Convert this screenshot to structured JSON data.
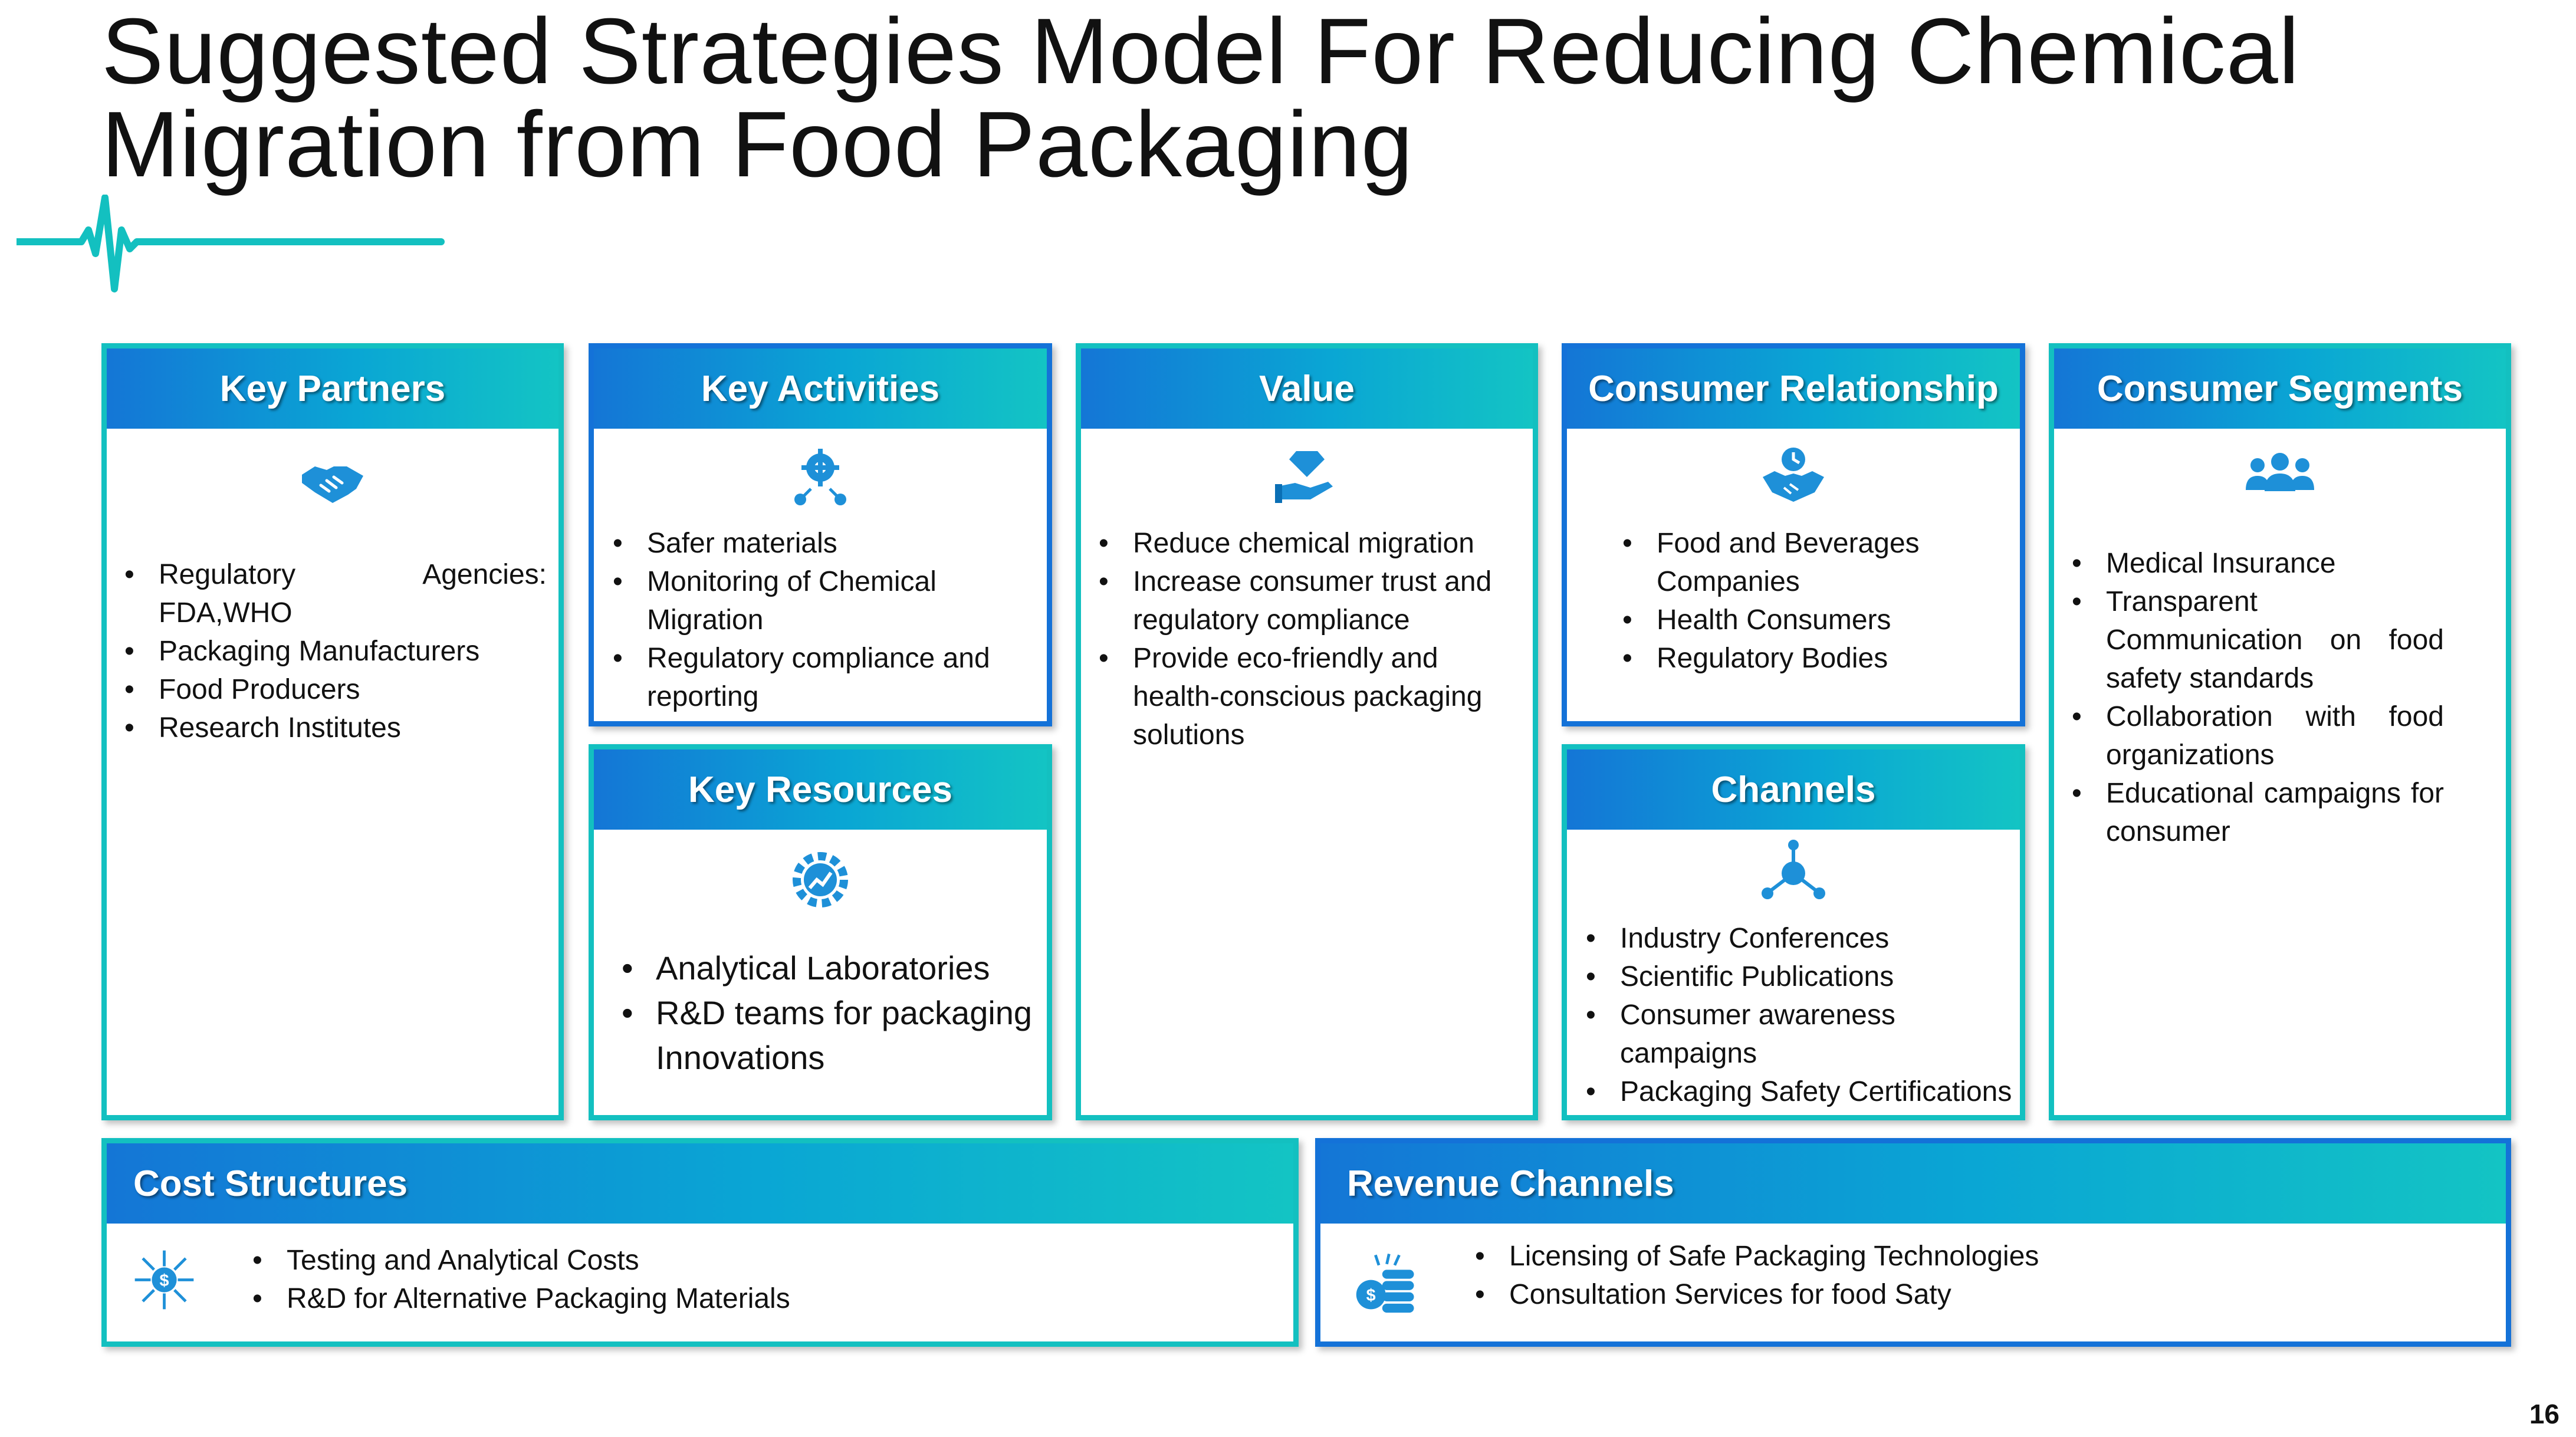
{
  "title": {
    "line1": "Suggested Strategies Model For Reducing Chemical",
    "line2": "Migration from Food Packaging"
  },
  "colors": {
    "teal": "#13c0c0",
    "blue": "#1472d8",
    "header_gradient": [
      "#1476d6",
      "#13c4c4"
    ]
  },
  "key_partners": {
    "header": "Key Partners",
    "icon": "handshake-icon",
    "items": [
      "Regulatory Agencies: FDA,WHO",
      "Packaging Manufacturers",
      "Food Producers",
      "Research Institutes"
    ]
  },
  "key_activities": {
    "header": "Key Activities",
    "icon": "network-gear-icon",
    "items": [
      "Safer materials",
      "Monitoring of Chemical Migration",
      "Regulatory compliance and reporting"
    ]
  },
  "key_resources": {
    "header": "Key Resources",
    "icon": "gear-growth-icon",
    "items": [
      "Analytical Laboratories",
      "R&D teams for packaging Innovations"
    ]
  },
  "value": {
    "header": "Value",
    "icon": "hand-diamond-icon",
    "items": [
      "Reduce chemical migration",
      "Increase consumer trust and regulatory compliance",
      "Provide eco-friendly and health-conscious packaging solutions"
    ]
  },
  "consumer_relationship": {
    "header": "Consumer Relationship",
    "icon": "handshake-clock-icon",
    "items": [
      "Food and Beverages Companies",
      "Health Consumers",
      "Regulatory Bodies"
    ]
  },
  "channels": {
    "header": "Channels",
    "icon": "network-nodes-icon",
    "items": [
      "Industry Conferences",
      "Scientific Publications",
      "Consumer awareness campaigns",
      "Packaging Safety Certifications"
    ]
  },
  "consumer_segments": {
    "header": "Consumer Segments",
    "icon": "people-group-icon",
    "items": [
      "Medical Insurance",
      "Transparent Communication on food safety standards",
      "Collaboration with food organizations",
      "Educational campaigns for consumer"
    ]
  },
  "cost_structures": {
    "header": "Cost Structures",
    "icon": "dollar-network-icon",
    "items": [
      "Testing and Analytical Costs",
      "R&D for Alternative Packaging Materials"
    ]
  },
  "revenue_channels": {
    "header": "Revenue Channels",
    "icon": "coins-stack-icon",
    "items": [
      "Licensing of Safe Packaging Technologies",
      "Consultation Services for food Saty"
    ]
  },
  "page_number": "16"
}
